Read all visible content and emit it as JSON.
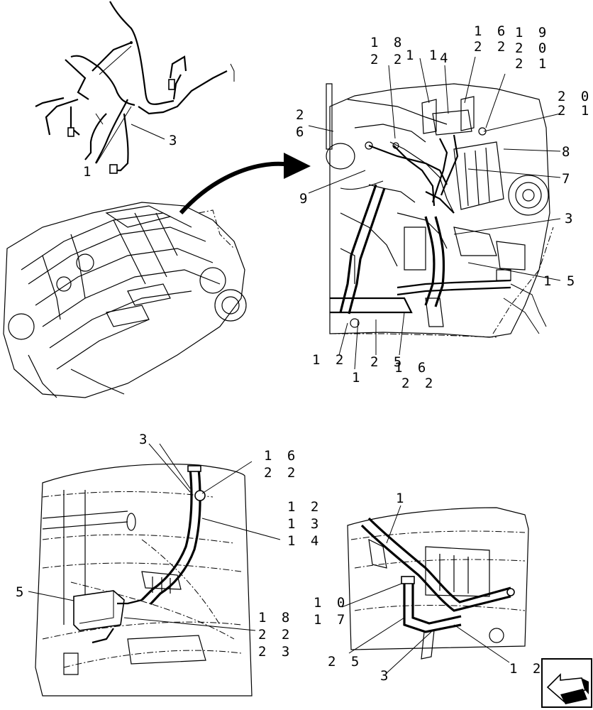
{
  "callouts": [
    {
      "id": "top-harness-1",
      "lines": [
        "1"
      ]
    },
    {
      "id": "top-harness-3",
      "lines": [
        "3"
      ]
    },
    {
      "id": "engine-26",
      "lines": [
        "2",
        "6"
      ]
    },
    {
      "id": "engine-18-22",
      "lines": [
        "1 8",
        "2 2"
      ]
    },
    {
      "id": "engine-11",
      "lines": [
        "1 1"
      ]
    },
    {
      "id": "engine-4",
      "lines": [
        "4"
      ]
    },
    {
      "id": "engine-16-22-top",
      "lines": [
        "1 6",
        "2 2"
      ]
    },
    {
      "id": "engine-19-20-21",
      "lines": [
        "1 9",
        "2 0",
        "2 1"
      ]
    },
    {
      "id": "engine-20-21",
      "lines": [
        "2 0",
        "2 1"
      ]
    },
    {
      "id": "engine-8",
      "lines": [
        "8"
      ]
    },
    {
      "id": "engine-7",
      "lines": [
        "7"
      ]
    },
    {
      "id": "engine-9",
      "lines": [
        "9"
      ]
    },
    {
      "id": "engine-3",
      "lines": [
        "3"
      ]
    },
    {
      "id": "engine-15",
      "lines": [
        "1 5"
      ]
    },
    {
      "id": "engine-12",
      "lines": [
        "1 2"
      ]
    },
    {
      "id": "engine-1",
      "lines": [
        "1"
      ]
    },
    {
      "id": "engine-25",
      "lines": [
        "2 5"
      ]
    },
    {
      "id": "engine-16-22-bottom",
      "lines": [
        "1 6",
        "2 2"
      ]
    },
    {
      "id": "left-3",
      "lines": [
        "3"
      ]
    },
    {
      "id": "left-16-22",
      "lines": [
        "1 6",
        "2 2"
      ]
    },
    {
      "id": "left-12-13-14",
      "lines": [
        "1 2",
        "1 3",
        "1 4"
      ]
    },
    {
      "id": "left-5",
      "lines": [
        "5"
      ]
    },
    {
      "id": "left-18-22-23",
      "lines": [
        "1 8",
        "2 2",
        "2 3"
      ]
    },
    {
      "id": "right-1",
      "lines": [
        "1"
      ]
    },
    {
      "id": "right-10-17",
      "lines": [
        "1 0",
        "1 7"
      ]
    },
    {
      "id": "right-25",
      "lines": [
        "2 5"
      ]
    },
    {
      "id": "right-3",
      "lines": [
        "3"
      ]
    },
    {
      "id": "right-12",
      "lines": [
        "1 2"
      ]
    }
  ],
  "nav_icon": "next-page-arrow-icon"
}
